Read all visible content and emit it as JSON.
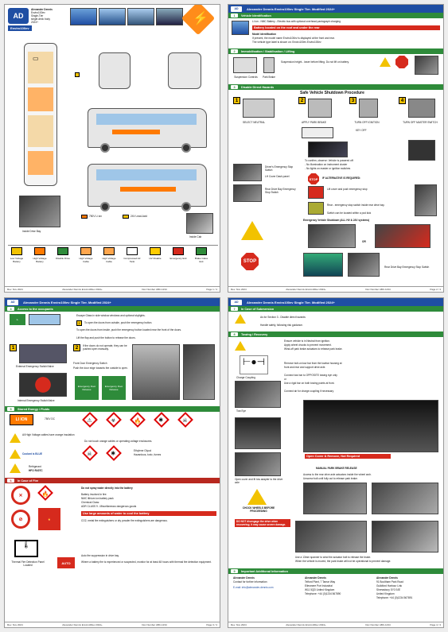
{
  "p1": {
    "brand_logo": "AD",
    "title_lines": [
      "Alexander Dennis",
      "Enviro100ev",
      "Single-Tier",
      "single-deck body",
      "2024+"
    ],
    "model_badge": "Enviro100ev",
    "legend": {
      "hv": "750V Li ion",
      "lv": "24V Lead-Acid"
    },
    "labels": {
      "inside_drive_bay": "Inside Drive Bay",
      "inside_cab": "Inside Cab"
    },
    "icon_row": [
      {
        "name": "Low Voltage Battery",
        "glyph": "▭"
      },
      {
        "name": "High Voltage Battery",
        "glyph": "⚡"
      },
      {
        "name": "Disable Drive",
        "glyph": "⏻"
      },
      {
        "name": "High Voltage Cable",
        "glyph": "⚡"
      },
      {
        "name": "High Voltage Cable",
        "glyph": "⚡"
      },
      {
        "name": "Compressed Air Tank",
        "glyph": "◍"
      },
      {
        "name": "HV Disable",
        "glyph": "⚡"
      },
      {
        "name": "Emergency Exit",
        "glyph": "⇥"
      },
      {
        "name": "Brake Glass Exit",
        "glyph": "⊞"
      }
    ],
    "footer": {
      "left": "Rev. Nov 2024",
      "mid1": "Alexander Dennis Enviro100ev 2024+",
      "mid2": "Doc Number ABC-1234",
      "right": "Page 1 / 4"
    }
  },
  "p2": {
    "header_title": "Alexander Dennis Enviro100ev Single Tier. Modified 2024+",
    "sec1": {
      "num": "1",
      "title": "Vehicle Identification"
    },
    "sec1_text": "Li ion - NMC Battery - Electric bus with optional overhead pantograph charging",
    "sec1_banner": "Battery located on the roof and under the rear",
    "sec1_sub": [
      "Model identification",
      "If present, the model name Enviro100ev is displayed at the front and rear.",
      "The vehicle type label is shown on: Enviro100ev  Enviro100ev"
    ],
    "sec2": {
      "num": "2",
      "title": "Immobilisation / Stabilisation / Lifting"
    },
    "sec2_text": "Suspension height - lower before lifting. Do not lift on battery.",
    "sec2_labels": {
      "suspension": "Suspension Controls",
      "park": "Park Brake"
    },
    "sec3": {
      "num": "3",
      "title": "Disable Direct Hazards"
    },
    "sec3_heading": "Safe Vehicle Shutdown Procedure",
    "steps": [
      {
        "n": "1",
        "label": "SELECT NEUTRAL"
      },
      {
        "n": "2",
        "label": "APPLY PARK BRAKE"
      },
      {
        "n": "3",
        "label": "TURN OFF IGNITION"
      },
      {
        "n": "4",
        "label": "TURN OFF MASTER SWITCH"
      }
    ],
    "ok_key": "KEY OFF",
    "checks": [
      "To confirm, observe: Vehicle is powered off:",
      "- No illumination on instrument cluster",
      "- No lights on master or ignition switches"
    ],
    "alternative": "IF ALTERNATIVE IS REQUIRED:",
    "driver_switch": "Driver's Emergency Stop Switch",
    "dash_panel": "LH Cover Dash panel",
    "drive_bay": "Rear Drive Bay Emergency Stop Switch",
    "lift_cover": "Lift cover and push emergency stop",
    "rear_stop": "Rear - emergency stop switch inside rear drive bay.",
    "ext_stop": "Switch can be located within a pod kick",
    "emergency_title": "Emergency Vehicle Shutdown (ALL HV & 24V systems)",
    "or": "OR",
    "stop": "STOP",
    "drive_bay_label": "Rear Drive Bay Emergency Stop Switch",
    "footer": {
      "left": "Rev. Nov 2024",
      "mid1": "Alexander Dennis Enviro100ev 2024+",
      "mid2": "Doc Number ABC-1234",
      "right": "Page 2 / 4"
    }
  },
  "p3": {
    "header_title": "Alexander Dennis Enviro100ev Single Tier. Modified 2024+",
    "sec4": {
      "num": "4",
      "title": "Access to the occupants"
    },
    "escape_text": [
      "Escape Glass in side window windows and optional skylights.",
      "To open the doors from outside, push the emergency button."
    ],
    "door_text": [
      "To open the doors from inside, push the emergency button located near the front of the doors.",
      "Lift the flap and push the button to release the doors."
    ],
    "door_text2": [
      "If the doors do not operate, they can be pushed open manually."
    ],
    "door_text3": [
      "Front Door Emergency Switch",
      "Push the door edge towards the outside to open."
    ],
    "ext_switch": "External Emergency Switch/Valve",
    "int_switch": "Internal Emergency Switch/Valve",
    "emergency_label": "Emergency Door Release",
    "sec5": {
      "num": "5",
      "title": "Stored Energy / Fluids"
    },
    "li_ion": "LI ION",
    "voltage": "750V DC",
    "hv_cable": "All High Voltage cables have orange insulation",
    "coolant_text": "Coolant is BLUE",
    "glycol": [
      "Ethylene Glycol",
      "Hazardous, toxic, fumes"
    ],
    "refrig": [
      "Refrigerant",
      "HFO R407C"
    ],
    "orange_cables": "Do not touch orange cables or operating voltage enclosures.",
    "sec6": {
      "num": "6",
      "title": "In Case of Fire"
    },
    "fire_text": [
      "Do not spray water directly into the battery",
      "Battery involved in fire:",
      "NMC lithium ion battery pack",
      "Chemical Class:",
      "ADR CLASS 9 - Miscellaneous dangerous goods"
    ],
    "fire_banner": "Use large amounts of water to cool the battery",
    "fire_text2": [
      "CO2, metal fire extinguishers or dry powder fire extinguishers are dangerous."
    ],
    "auto_supp": "Auto fire suppression in drive bay.",
    "thermal": "Thermal Fire Detection Panel Located",
    "auto": "AUTO",
    "monitor": [
      "Where a battery fire is experienced or suspected, monitor for at least 48 hours with thermal fire detection equipment."
    ],
    "footer": {
      "left": "Rev. Nov 2024",
      "mid1": "Alexander Dennis Enviro100ev 2024+",
      "mid2": "Doc Number ABC-1234",
      "right": "Page 3 / 4"
    }
  },
  "p4": {
    "header_title": "Alexander Dennis Enviro100ev Single Tier. Modified 2024+",
    "sec7": {
      "num": "7",
      "title": "In Case of Submersion"
    },
    "sub_text": "As for Section 3 - Disable direct hazards",
    "handle": "Handle safely, following risk guidance.",
    "sec8": {
      "num": "8",
      "title": "Towing / Recovery"
    },
    "tow_text": [
      "Ensure vehicle is in Neutral from ignition.",
      "Apply wheel chocks to prevent movement.",
      "Wind-off park brake actuators to release park brake."
    ],
    "tow_text2": [
      "Remove bolt-on tow bar from the towbar housing at",
      "front and rear and support drive axle."
    ],
    "tow_text3": [
      "Connect tow bar to OPPOSITE towing eye only",
      "or",
      "Use a rigid bar on both towing points at front."
    ],
    "tow_text4": "Connect air for charge coupling if necessary",
    "charge_coupling": "Charge Coupling",
    "tow_eye": "Tow Eye",
    "open_label": "Open Cover & Remove, Not Required",
    "step_text": "Open cover and fit tow adapter to the drive axle",
    "chock": "CHOCK WHEELS BEFORE PROCEEDING",
    "manual_park": "MANUAL PARK BRAKE RELEASE",
    "manual_text": [
      "Access to the rear drive axle actuators inside the wheel arch.",
      "Unscrew bolt until fully out to release park brake."
    ],
    "warning_red": "DO NOT disengage the drive when recovering; it may cause severe damage.",
    "warning_text": [
      "Use a 13mm spanner to wind the actuator bolt to release the brake.",
      "When the vehicle is moved, the park brake will not be operational to prevent damage."
    ],
    "sec9": {
      "num": "9",
      "title": "Important Additional Information"
    },
    "contact_left": [
      "Alexander Dennis",
      "Contact for further information:",
      "E-mail: info@alexander-dennis.com"
    ],
    "contact_mid": [
      "Alexander Dennis",
      "Telford Plant, 7 Tamar Way",
      "Ellesmere Port Industrial",
      "W11 5QD United Kingdom",
      "Telephone: +44 (0)1234 567890"
    ],
    "contact_right": [
      "Alexander Dennis",
      "91 Boultham Park Road",
      "Guildford Harbour Link",
      "Shrewsbury SY3 9JE",
      "United Kingdom",
      "Telephone: +44 (0)1234 567891"
    ],
    "footer": {
      "left": "Rev. Nov 2024",
      "mid1": "Alexander Dennis Enviro100ev 2024+",
      "mid2": "Doc Number ABC-1234",
      "right": "Page 4 / 4"
    }
  },
  "colors": {
    "blue": "#1f4ea3",
    "green": "#2e8b3a",
    "red": "#b8281f",
    "orange": "#ff7a00",
    "yellow": "#f2c200"
  }
}
